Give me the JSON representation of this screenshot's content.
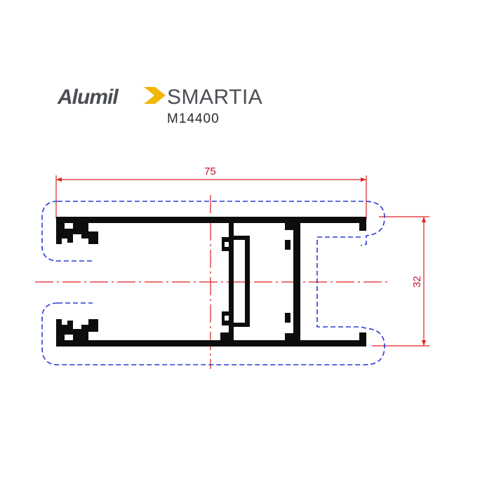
{
  "logo": {
    "brand": "Alumil",
    "product": "SMARTIA",
    "chevron_color": "#f2b705",
    "text_color": "#4a4d52"
  },
  "profile_code": "M14400",
  "dimensions": {
    "width_label": "75",
    "height_label": "32"
  },
  "colors": {
    "dimension_lines": "#e02020",
    "gasket_outline": "#2a3bd6",
    "profile_fill": "#0d0d0d"
  }
}
